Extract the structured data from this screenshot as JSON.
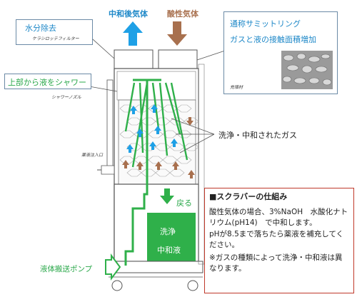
{
  "labels": {
    "neutralized_gas": "中和後気体",
    "acid_gas": "酸性気体",
    "water_removal": "水分除去",
    "water_removal_sub": "ケラシロッテフィルター",
    "shower_from_top": "上部から液をシャワー",
    "shower_nozzle": "シャワーノズル",
    "saddle_ring": "通称サミットリング",
    "contact_area": "ガスと液の接触面積増加",
    "packing_material": "充填材",
    "washed_gas": "洗浄・中和されたガス",
    "chemical_inlet": "薬液注入口",
    "return": "戻る",
    "wash_liquid_1": "洗浄",
    "wash_liquid_2": "中和液",
    "pump": "液体搬送ポンプ"
  },
  "info": {
    "title": "■スクラバーの仕組み",
    "line1": "酸性気体の場合、3%NaOH　水酸化ナトリウム(pH14)　で中和します。",
    "line2": "pHが8.5まで落ちたら薬液を補充してください。",
    "line3": "※ガスの種類によって洗浄・中和液は異なります。"
  },
  "colors": {
    "blue_arrow": "#1ea0e6",
    "brown_arrow": "#a8704e",
    "green": "#2fb04a",
    "red_border": "#c0392b",
    "drawing": "#555555"
  }
}
